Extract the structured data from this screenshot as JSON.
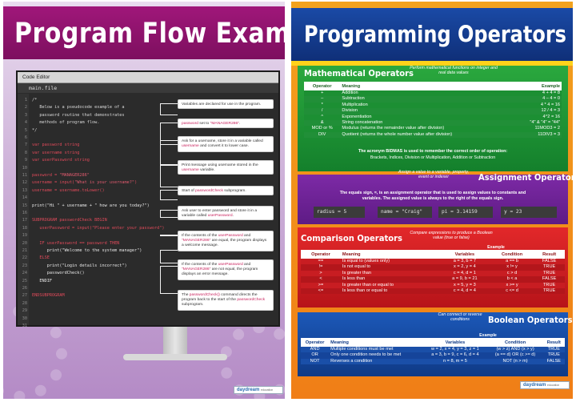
{
  "left": {
    "title": "Program Flow Example",
    "editor_title": "Code Editor",
    "file_name": "main.file",
    "code_lines": [
      {
        "n": "1",
        "parts": [
          [
            "/*",
            "comment"
          ]
        ]
      },
      {
        "n": "2",
        "parts": [
          [
            "   Below is a pseudocode example of a",
            "comment"
          ]
        ]
      },
      {
        "n": "3",
        "parts": [
          [
            "   password routine that demonstrates",
            "comment"
          ]
        ]
      },
      {
        "n": "4",
        "parts": [
          [
            "   methods of program flow.",
            "comment"
          ]
        ]
      },
      {
        "n": "5",
        "parts": [
          [
            "*/",
            "comment"
          ]
        ]
      },
      {
        "n": "6",
        "parts": [
          [
            "",
            "plain"
          ]
        ]
      },
      {
        "n": "7",
        "parts": [
          [
            "var ",
            "red"
          ],
          [
            "password ",
            "red"
          ],
          [
            "string",
            "red"
          ]
        ]
      },
      {
        "n": "8",
        "parts": [
          [
            "var ",
            "red"
          ],
          [
            "username ",
            "red"
          ],
          [
            "string",
            "red"
          ]
        ]
      },
      {
        "n": "9",
        "parts": [
          [
            "var ",
            "red"
          ],
          [
            "userPassword ",
            "red"
          ],
          [
            "string",
            "red"
          ]
        ]
      },
      {
        "n": "10",
        "parts": [
          [
            "",
            "plain"
          ]
        ]
      },
      {
        "n": "11",
        "parts": [
          [
            "password = ",
            "red"
          ],
          [
            "\"MANAGER286\"",
            "str"
          ]
        ]
      },
      {
        "n": "12",
        "parts": [
          [
            "username = input(",
            "red"
          ],
          [
            "\"What is your username?\"",
            "str"
          ],
          [
            ")",
            "red"
          ]
        ]
      },
      {
        "n": "13",
        "parts": [
          [
            "username = username.toLower()",
            "red"
          ]
        ]
      },
      {
        "n": "14",
        "parts": [
          [
            "",
            "plain"
          ]
        ]
      },
      {
        "n": "15",
        "parts": [
          [
            "print(\"Hi \" + username + \" how are you today?\")",
            "plain"
          ]
        ]
      },
      {
        "n": "16",
        "parts": [
          [
            "",
            "plain"
          ]
        ]
      },
      {
        "n": "17",
        "parts": [
          [
            "SUBPROGRAM passwordCheck BEGIN",
            "red"
          ]
        ]
      },
      {
        "n": "18",
        "parts": [
          [
            "   userPassword = input(\"Please enter your password\")",
            "red"
          ]
        ]
      },
      {
        "n": "19",
        "parts": [
          [
            "",
            "plain"
          ]
        ]
      },
      {
        "n": "20",
        "parts": [
          [
            "   IF userPassword == password THEN",
            "red"
          ]
        ]
      },
      {
        "n": "21",
        "parts": [
          [
            "      print(\"Welcome to the system manager\")",
            "plain"
          ]
        ]
      },
      {
        "n": "22",
        "parts": [
          [
            "   ELSE",
            "red"
          ]
        ]
      },
      {
        "n": "23",
        "parts": [
          [
            "      print(\"Login details incorrect\")",
            "plain"
          ]
        ]
      },
      {
        "n": "24",
        "parts": [
          [
            "      passwordCheck()",
            "plain"
          ]
        ]
      },
      {
        "n": "25",
        "parts": [
          [
            "   ENDIF",
            "plain"
          ]
        ]
      },
      {
        "n": "26",
        "parts": [
          [
            "",
            "plain"
          ]
        ]
      },
      {
        "n": "27",
        "parts": [
          [
            "ENDSUBPROGRAM",
            "red"
          ]
        ]
      },
      {
        "n": "28",
        "parts": [
          [
            "",
            "plain"
          ]
        ]
      },
      {
        "n": "29",
        "parts": [
          [
            "",
            "plain"
          ]
        ]
      },
      {
        "n": "30",
        "parts": [
          [
            "",
            "plain"
          ]
        ]
      },
      {
        "n": "31",
        "parts": [
          [
            "",
            "plain"
          ]
        ]
      }
    ],
    "callouts": [
      {
        "text": [
          [
            "Variables are declared for use in the program.",
            ""
          ]
        ]
      },
      {
        "text": [
          [
            "password",
            "hl"
          ],
          [
            " set to ",
            ""
          ],
          [
            "\"MANAGER286\"",
            "hl"
          ],
          [
            ".",
            ""
          ]
        ]
      },
      {
        "text": [
          [
            "Ask for a username, store it in a variable called ",
            ""
          ],
          [
            "username",
            "hl"
          ],
          [
            " and convert it to lower case.",
            ""
          ]
        ]
      },
      {
        "text": [
          [
            "Print message using username stored in the ",
            ""
          ],
          [
            "username",
            "hl"
          ],
          [
            " variable.",
            ""
          ]
        ]
      },
      {
        "text": [
          [
            "Start of ",
            ""
          ],
          [
            "passwordCheck",
            "hl"
          ],
          [
            " subprogram.",
            ""
          ]
        ]
      },
      {
        "text": [
          [
            "Ask user to enter password and store it in a variable called ",
            ""
          ],
          [
            "userPassword",
            "hl"
          ],
          [
            ".",
            ""
          ]
        ]
      },
      {
        "text": [
          [
            "If the contents of the ",
            ""
          ],
          [
            "userPassword",
            "hl"
          ],
          [
            " and ",
            ""
          ],
          [
            "\"MANAGER286\"",
            "hl"
          ],
          [
            " are equal, the program displays a welcome message.",
            ""
          ]
        ]
      },
      {
        "text": [
          [
            "If the contents of the ",
            ""
          ],
          [
            "userPassword",
            "hl"
          ],
          [
            " and ",
            ""
          ],
          [
            "\"MANAGER286\"",
            "hl"
          ],
          [
            " are not equal, the program displays an error message.",
            ""
          ]
        ]
      },
      {
        "text": [
          [
            "The ",
            ""
          ],
          [
            "passwordCheck()",
            "hl"
          ],
          [
            " command directs the program back to the start of the ",
            ""
          ],
          [
            "passwordCheck",
            "hl"
          ],
          [
            " subprogram.",
            ""
          ]
        ]
      }
    ],
    "brand": "daydream",
    "brand_sub": "education"
  },
  "right": {
    "title": "Programming Operators",
    "math": {
      "title": "Mathematical Operators",
      "desc": "Perform mathematical functions on integer and real data values",
      "headers": [
        "Operator",
        "Meaning",
        "Example"
      ],
      "rows": [
        [
          "+",
          "Addition",
          "4 + 4 = 8"
        ],
        [
          "–",
          "Subtraction",
          "4 – 4 = 0"
        ],
        [
          "*",
          "Multiplication",
          "4 * 4 = 16"
        ],
        [
          "/",
          "Division",
          "12 / 4 = 3"
        ],
        [
          "^",
          "Exponentiation",
          "4^2 = 16"
        ],
        [
          "&",
          "String concatenation",
          "\"4\" & \"4\" = \"44\""
        ],
        [
          "MOD or %",
          "Modulus (returns the remainder value after division)",
          "11MOD3 = 2"
        ],
        [
          "DIV",
          "Quotient (returns the whole number value after division)",
          "11DIV3 = 3"
        ]
      ],
      "footer_1": "The acronym BIDMAS is used to remember the correct order of operation:",
      "footer_2": "Brackets, Indices, Division or Multiplication, Addition or Subtraction"
    },
    "assign": {
      "title": "Assignment Operators",
      "desc": "Assign a value to a variable, property, event or indexer",
      "text_1": "The equals sign, =, is an assignment operator that is used to assign values to constants and",
      "text_2": "variables. The assigned value is always to the right of the equals sign.",
      "chips": [
        "radius = 5",
        "name = \"Craig\"",
        "pi = 3.14159",
        "y = 23"
      ]
    },
    "compare": {
      "title": "Comparison Operators",
      "desc": "Compare expressions to produce a Boolean value (true or false)",
      "example_label": "Example",
      "headers": [
        "Operator",
        "Meaning",
        "Variables",
        "Condition",
        "Result"
      ],
      "rows": [
        [
          "==",
          "Is equal to (values only)",
          "a = 3, b = 7",
          "a == b",
          "FALSE"
        ],
        [
          "!=",
          "Is not equal to",
          "x = 2, y = 4",
          "x != y",
          "TRUE"
        ],
        [
          ">",
          "Is greater than",
          "c = 4, d = 1",
          "c > d",
          "TRUE"
        ],
        [
          "<",
          "Is less than",
          "a = 9, b = 21",
          "b < a",
          "FALSE"
        ],
        [
          ">=",
          "Is greater than or equal to",
          "x = 5, y = 3",
          "x >= y",
          "TRUE"
        ],
        [
          "<=",
          "Is less than or equal to",
          "c = 4, d = 4",
          "c <= d",
          "TRUE"
        ]
      ]
    },
    "boolean": {
      "title": "Boolean Operators",
      "desc": "Can connect or reverse conditions",
      "example_label": "Example",
      "headers": [
        "Operator",
        "Meaning",
        "Variables",
        "Condition",
        "Result"
      ],
      "rows": [
        [
          "AND",
          "Multiple conditions must be met",
          "w = 2, x = 4, y = 3, z = 1",
          "(w > z) AND (x > y)",
          "TRUE"
        ],
        [
          "OR",
          "Only one condition needs to be met",
          "a = 3, b = 9, c = 6, d = 4",
          "(a == d) OR (c >= d)",
          "TRUE"
        ],
        [
          "NOT",
          "Reverses a condition",
          "n = 8, m = 5",
          "NOT (n > m)",
          "FALSE"
        ]
      ]
    },
    "brand": "daydream",
    "brand_sub": "education"
  },
  "colors": {
    "left_title_bar": "#8e1470",
    "right_title_bar": "#173f95",
    "math_panel": "#1f9436",
    "assign_panel": "#6e239a",
    "compare_panel": "#d01e22",
    "boolean_panel": "#174c9f",
    "orange_bg": "#f28f1a",
    "code_highlight": "#e04a5a"
  }
}
